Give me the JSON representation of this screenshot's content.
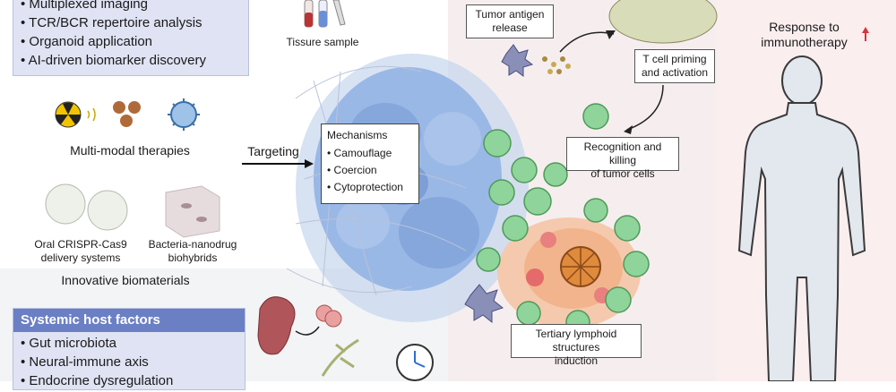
{
  "top_panel": {
    "items": [
      "Multiplexed imaging",
      "TCR/BCR repertoire analysis",
      "Organoid application",
      "AI-driven biomarker discovery"
    ]
  },
  "tissue_label": "Tissure sample",
  "multimodal_label": "Multi-modal therapies",
  "crispr_label_1": "Oral CRISPR-Cas9",
  "crispr_label_2": "delivery systems",
  "bacteria_label_1": "Bacteria-nanodrug",
  "bacteria_label_2": "biohybrids",
  "biomaterials_label": "Innovative biomaterials",
  "systemic_panel": {
    "title": "Systemic host factors",
    "items": [
      "Gut microbiota",
      "Neural-immune axis",
      "Endocrine dysregulation"
    ]
  },
  "targeting_label": "Targeting",
  "mechanisms": {
    "title": "Mechanisms",
    "items": [
      "Camouflage",
      "Coercion",
      "Cytoprotection"
    ]
  },
  "antigen_label_1": "Tumor antigen",
  "antigen_label_2": "release",
  "priming_label_1": "T cell priming",
  "priming_label_2": "and activation",
  "recognition_label_1": "Recognition and killing",
  "recognition_label_2": "of tumor cells",
  "tls_label_1": "Tertiary lymphoid structures",
  "tls_label_2": "induction",
  "response_label_1": "Response to",
  "response_label_2": "immunotherapy",
  "colors": {
    "panel_header": "#6b7fc4",
    "panel_bg": "#dfe3f3",
    "tumor_blue": "#9ab8e6",
    "tcell_green": "#8fd49a",
    "tls_orange": "#f2b48c",
    "response_arrow": "#d8323c"
  }
}
